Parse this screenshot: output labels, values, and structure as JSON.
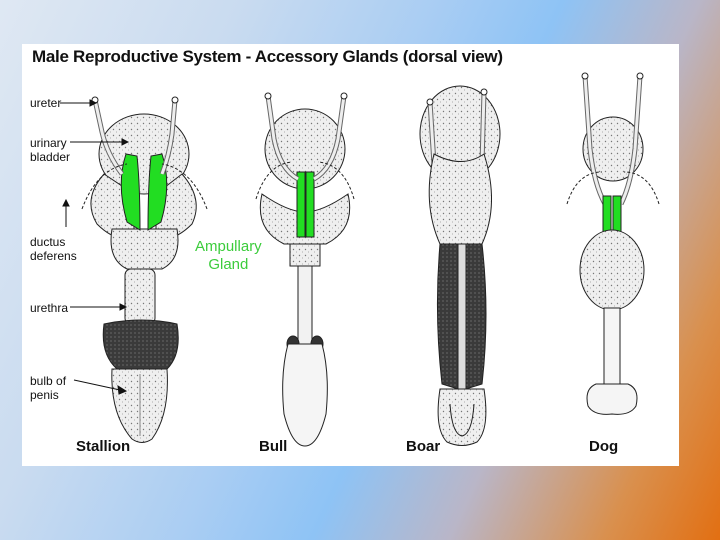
{
  "title": "Male Reproductive System - Accessory Glands (dorsal view)",
  "labels": {
    "ureter": "ureter",
    "urinary_bladder": [
      "urinary",
      "bladder"
    ],
    "ductus_deferens": [
      "ductus",
      "deferens"
    ],
    "urethra": "urethra",
    "bulb_of_penis": [
      "bulb of",
      "penis"
    ]
  },
  "highlight_label": [
    "Ampullary",
    "Gland"
  ],
  "species": [
    "Stallion",
    "Bull",
    "Boar",
    "Dog"
  ],
  "colors": {
    "ampullary_gland": "#22dd22",
    "highlight_text": "#3ccc3c",
    "tissue": "#e9e9e9",
    "dark_tissue": "#444444"
  }
}
